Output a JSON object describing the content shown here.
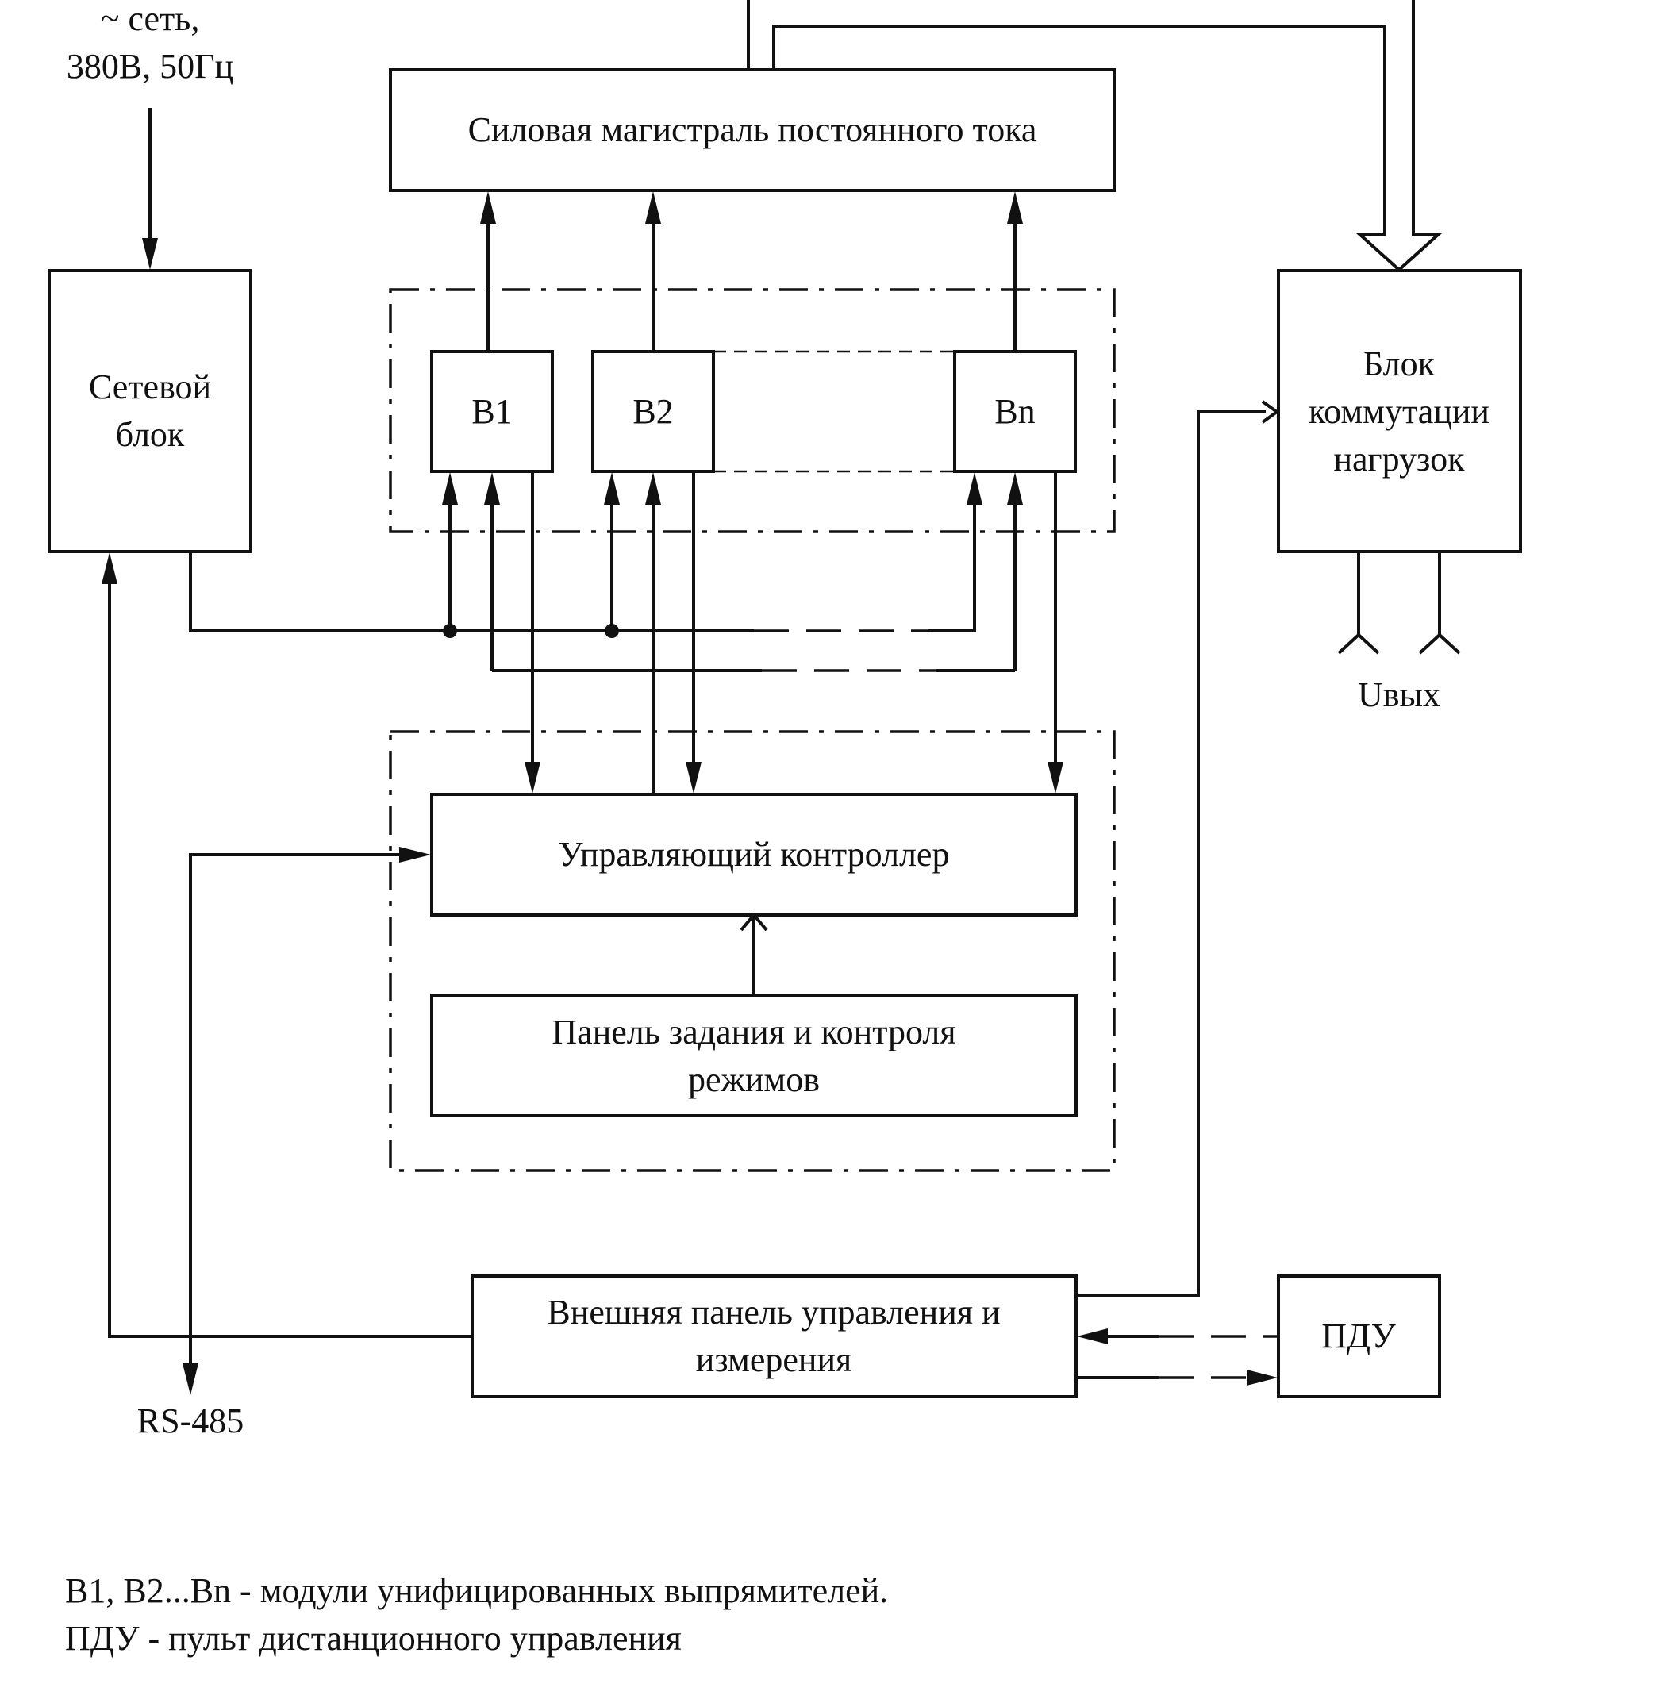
{
  "input_label": {
    "line1": "~ сеть,",
    "line2": "380В, 50Гц"
  },
  "blocks": {
    "power_bus": "Силовая магистраль постоянного тока",
    "network_block": {
      "line1": "Сетевой",
      "line2": "блок"
    },
    "rectifier_1": "В1",
    "rectifier_2": "В2",
    "rectifier_n": "Вn",
    "load_switch": {
      "line1": "Блок",
      "line2": "коммутации",
      "line3": "нагрузок"
    },
    "output_voltage": "Uвых",
    "controller": "Управляющий контроллер",
    "mode_panel": {
      "line1": "Панель задания и контроля",
      "line2": "режимов"
    },
    "external_panel": {
      "line1": "Внешняя панель управления и",
      "line2": "измерения"
    },
    "remote": "ПДУ",
    "rs485": "RS-485"
  },
  "legend": {
    "line1": "В1, В2...Вn - модули унифицированных выпрямителей.",
    "line2": "ПДУ - пульт дистанционного управления"
  }
}
